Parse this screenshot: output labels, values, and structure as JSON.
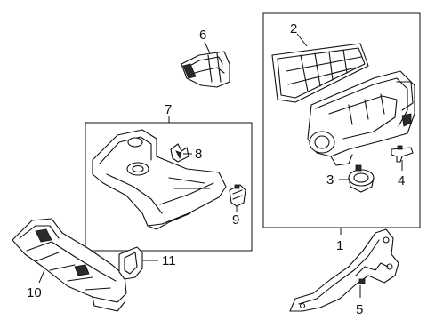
{
  "diagram": {
    "callouts": [
      "1",
      "2",
      "3",
      "4",
      "5",
      "6",
      "7",
      "8",
      "9",
      "10",
      "11"
    ],
    "parts": [
      {
        "id": "air-cleaner-assembly",
        "callout": "1"
      },
      {
        "id": "filter-element",
        "callout": "2"
      },
      {
        "id": "clamp",
        "callout": "3"
      },
      {
        "id": "clip",
        "callout": "4"
      },
      {
        "id": "bracket",
        "callout": "5"
      },
      {
        "id": "duct",
        "callout": "6"
      },
      {
        "id": "engine-cover-group",
        "callout": "7"
      },
      {
        "id": "clip-small",
        "callout": "8"
      },
      {
        "id": "retainer",
        "callout": "9"
      },
      {
        "id": "cowl-panel",
        "callout": "10"
      },
      {
        "id": "seal",
        "callout": "11"
      }
    ]
  }
}
